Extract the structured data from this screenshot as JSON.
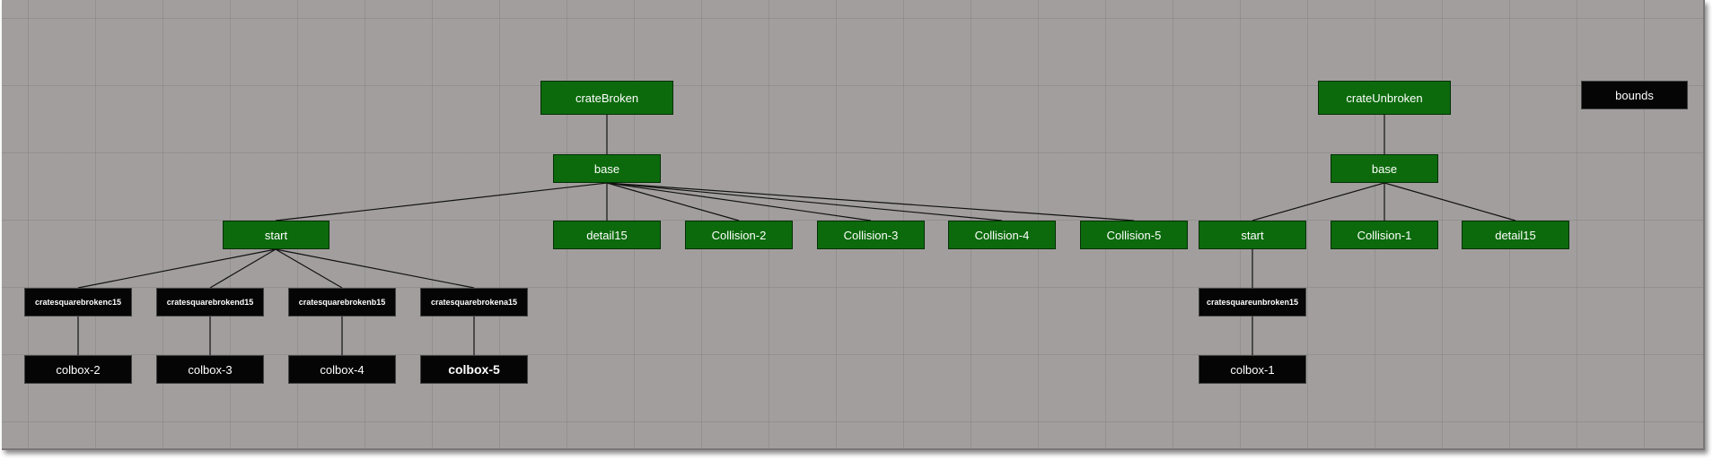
{
  "nodes": {
    "crateBroken": "crateBroken",
    "baseBroken": "base",
    "startBroken": "start",
    "detail15Broken": "detail15",
    "collision2": "Collision-2",
    "collision3": "Collision-3",
    "collision4": "Collision-4",
    "collision5": "Collision-5",
    "brokenc": "cratesquarebrokenc15",
    "brokend": "cratesquarebrokend15",
    "brokenb": "cratesquarebrokenb15",
    "brokena": "cratesquarebrokena15",
    "colbox2": "colbox-2",
    "colbox3": "colbox-3",
    "colbox4": "colbox-4",
    "colbox5": "colbox-5",
    "crateUnbroken": "crateUnbroken",
    "baseUnbroken": "base",
    "startUnbroken": "start",
    "collision1": "Collision-1",
    "detail15Unbroken": "detail15",
    "unbroken": "cratesquareunbroken15",
    "colbox1": "colbox-1",
    "bounds": "bounds"
  },
  "colors": {
    "canvas_background": "#a29e9e",
    "green_node": "#0c6a0c",
    "black_node": "#050505",
    "node_text": "#ffffff",
    "link": "#111111"
  }
}
